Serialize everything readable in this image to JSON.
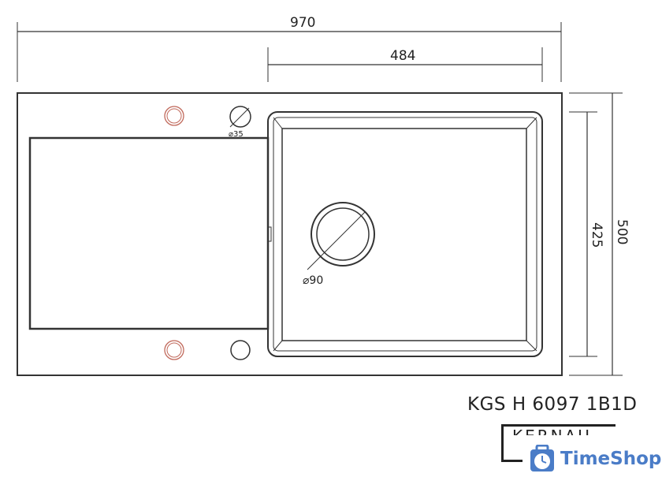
{
  "dimensions": {
    "overall_width": "970",
    "bowl_width": "484",
    "overall_depth": "500",
    "bowl_depth": "425"
  },
  "holes": {
    "tap_hole": "⌀35",
    "drain": "⌀90"
  },
  "model": "KGS H 6097 1B1D",
  "brand_logo": "KERNAU",
  "watermark": "TimeShop",
  "colors": {
    "line": "#333333",
    "accent_hole": "#c0685a",
    "watermark": "#4a7cc7"
  }
}
